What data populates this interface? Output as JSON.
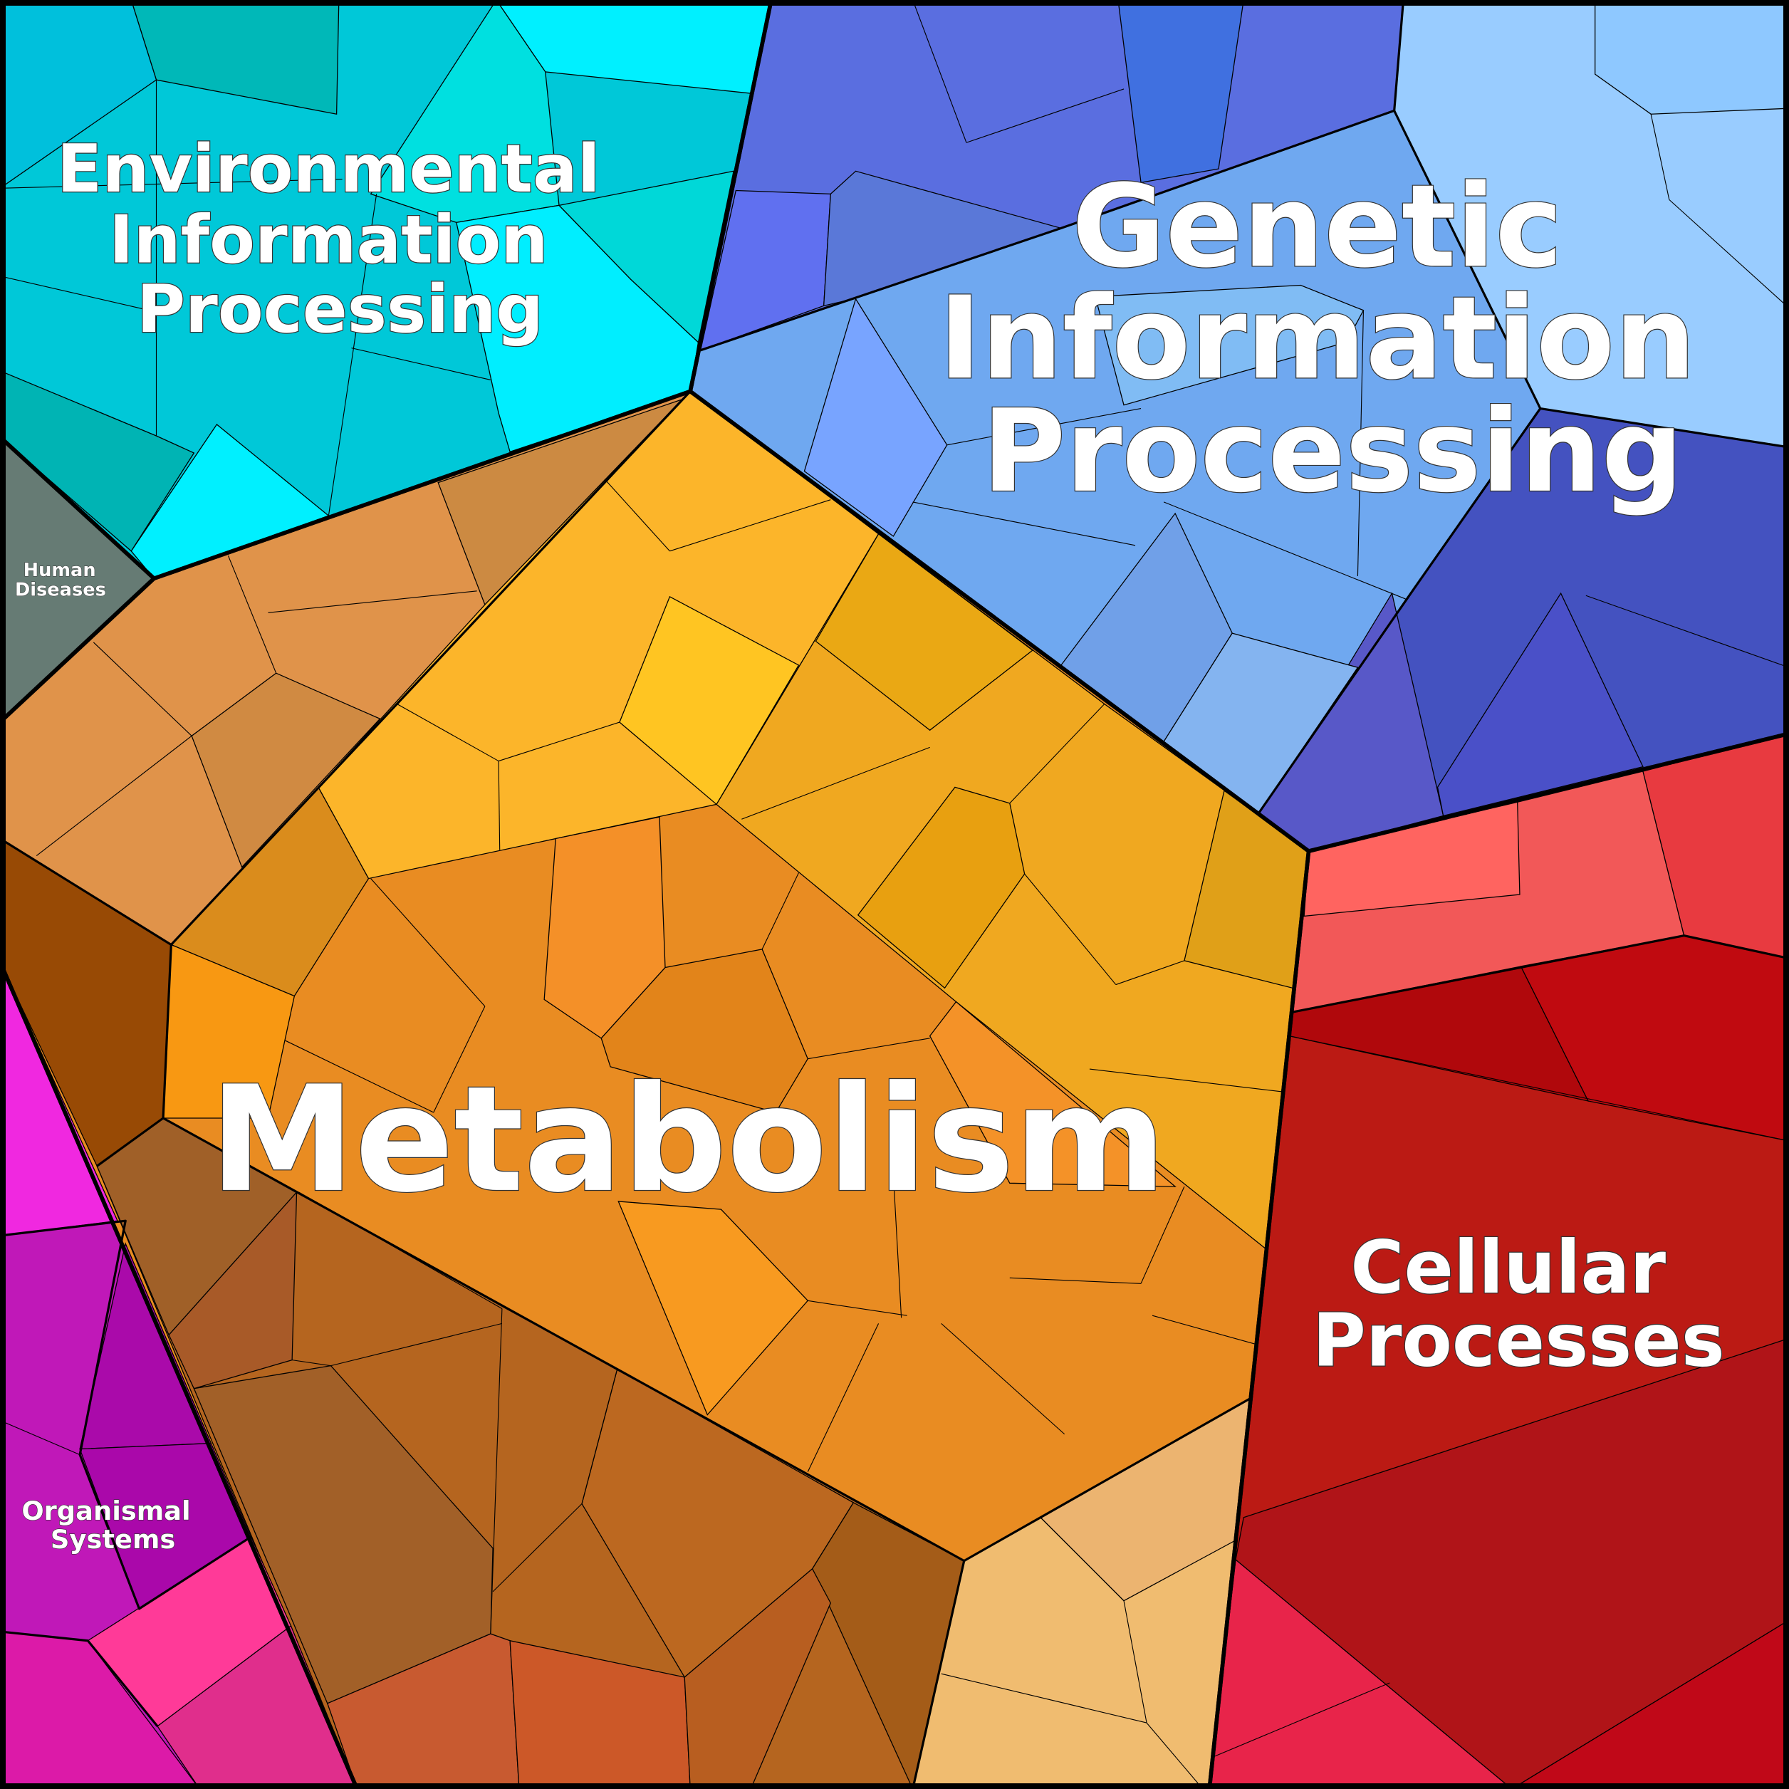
{
  "title": "Pathway Voronoi Treemap",
  "categories": [
    {
      "id": "env",
      "label_lines": [
        "Environmental",
        "Information",
        "Processing"
      ],
      "color": "#00d8e8"
    },
    {
      "id": "gen",
      "label_lines": [
        "Genetic",
        "Information",
        "Processing"
      ],
      "color": "#6fa8f0"
    },
    {
      "id": "hum",
      "label_lines": [
        "Human",
        "Diseases"
      ],
      "color": "#667b74"
    },
    {
      "id": "met",
      "label_lines": [
        "Metabolism"
      ],
      "color": "#e98c22"
    },
    {
      "id": "cel",
      "label_lines": [
        "Cellular",
        "Processes"
      ],
      "color": "#bb1a14"
    },
    {
      "id": "org",
      "label_lines": [
        "Organismal",
        "Systems"
      ],
      "color": "#c018b8"
    }
  ]
}
